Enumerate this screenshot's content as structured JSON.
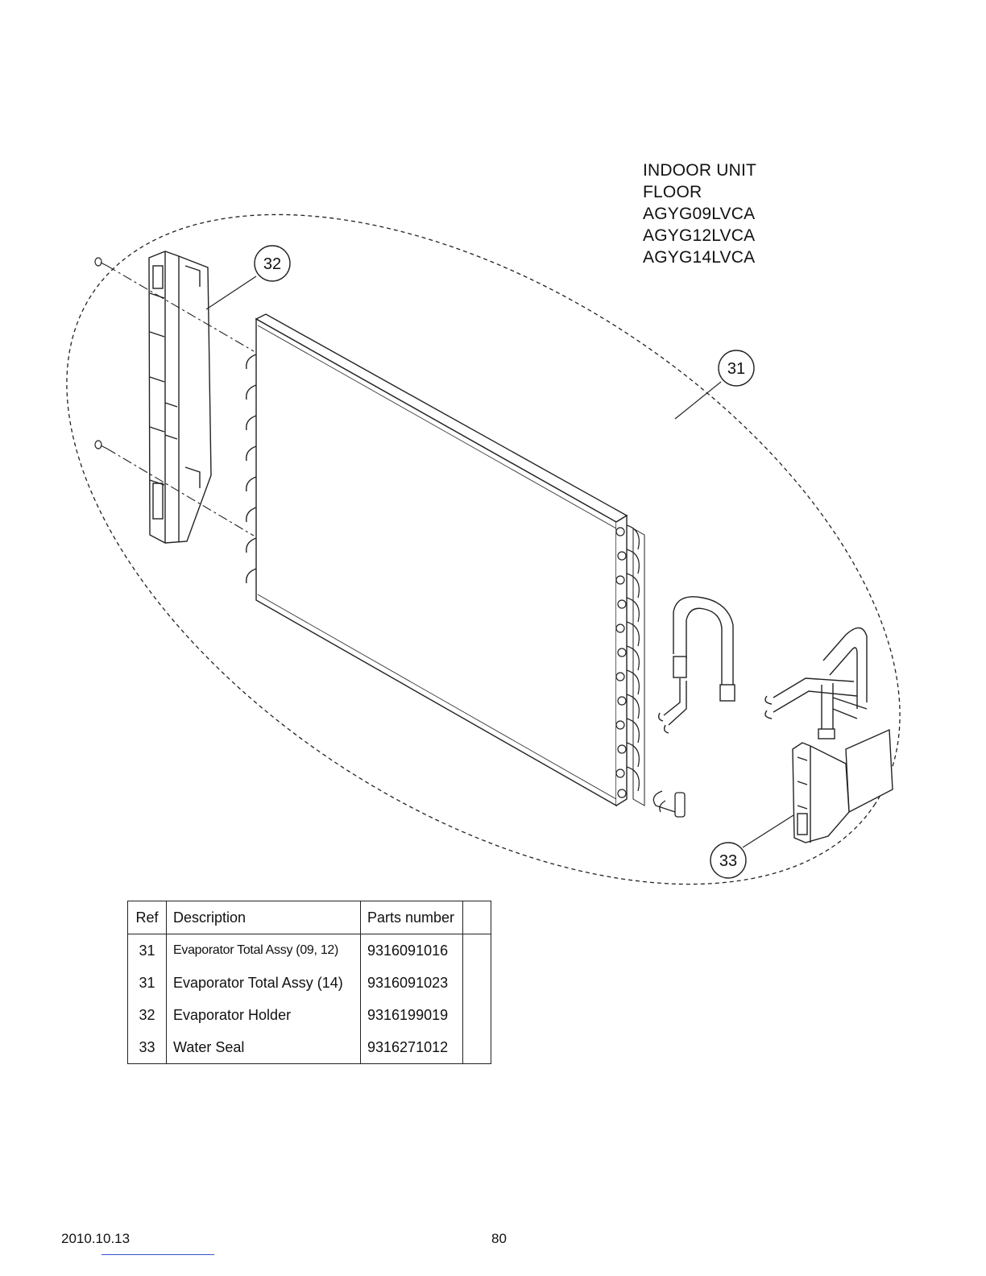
{
  "model": {
    "line1": "INDOOR UNIT",
    "line2": "FLOOR",
    "line3": "AGYG09LVCA",
    "line4": "AGYG12LVCA",
    "line5": "AGYG14LVCA"
  },
  "callouts": {
    "c32": "32",
    "c31": "31",
    "c33": "33"
  },
  "table": {
    "headers": {
      "ref": "Ref",
      "description": "Description",
      "parts_number": "Parts number",
      "extra": ""
    },
    "rows": [
      {
        "ref": "31",
        "description": "Evaporator Total Assy (09, 12)",
        "parts_number": "9316091016"
      },
      {
        "ref": "31",
        "description": "Evaporator Total Assy (14)",
        "parts_number": "9316091023"
      },
      {
        "ref": "32",
        "description": "Evaporator Holder",
        "parts_number": "9316199019"
      },
      {
        "ref": "33",
        "description": "Water Seal",
        "parts_number": "9316271012"
      }
    ]
  },
  "footer": {
    "date": "2010.10.13",
    "page": "80"
  }
}
